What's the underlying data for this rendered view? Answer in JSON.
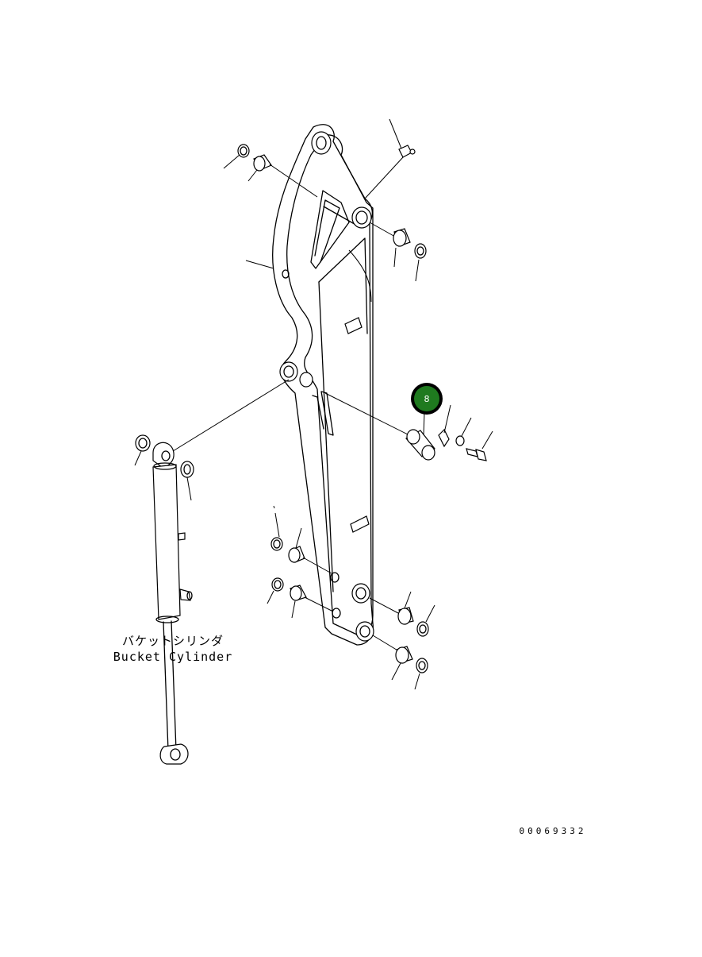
{
  "diagram": {
    "labels": {
      "cylinder_jp": "バケットシリンダ",
      "cylinder_en": "Bucket Cylinder"
    },
    "drawing_code": "00069332",
    "callout": {
      "number": "8",
      "color": "#1f7a1f",
      "ring_color": "#000000"
    }
  }
}
